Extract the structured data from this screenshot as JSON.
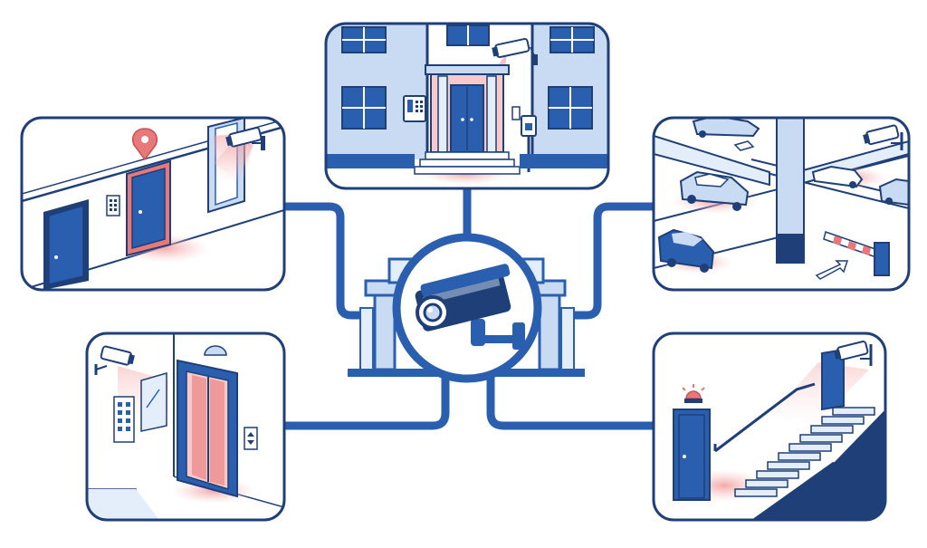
{
  "colors": {
    "navy": "#1f3f78",
    "blue": "#2a5fb0",
    "light_blue": "#c9dbf2",
    "pale_blue": "#e4eefa",
    "alert_red": "#e8797b",
    "pink_glow": "#f7c9c9",
    "white": "#ffffff"
  },
  "scene": {
    "hub": "cctv-camera-icon",
    "panels": [
      {
        "id": "building-entrance",
        "icon": "door-icon"
      },
      {
        "id": "apartment-corridor",
        "icon": "map-pin-icon"
      },
      {
        "id": "parking-garage",
        "icon": "car-icon"
      },
      {
        "id": "elevator-lobby",
        "icon": "elevator-icon"
      },
      {
        "id": "stairwell-exit",
        "icon": "siren-icon"
      }
    ]
  }
}
